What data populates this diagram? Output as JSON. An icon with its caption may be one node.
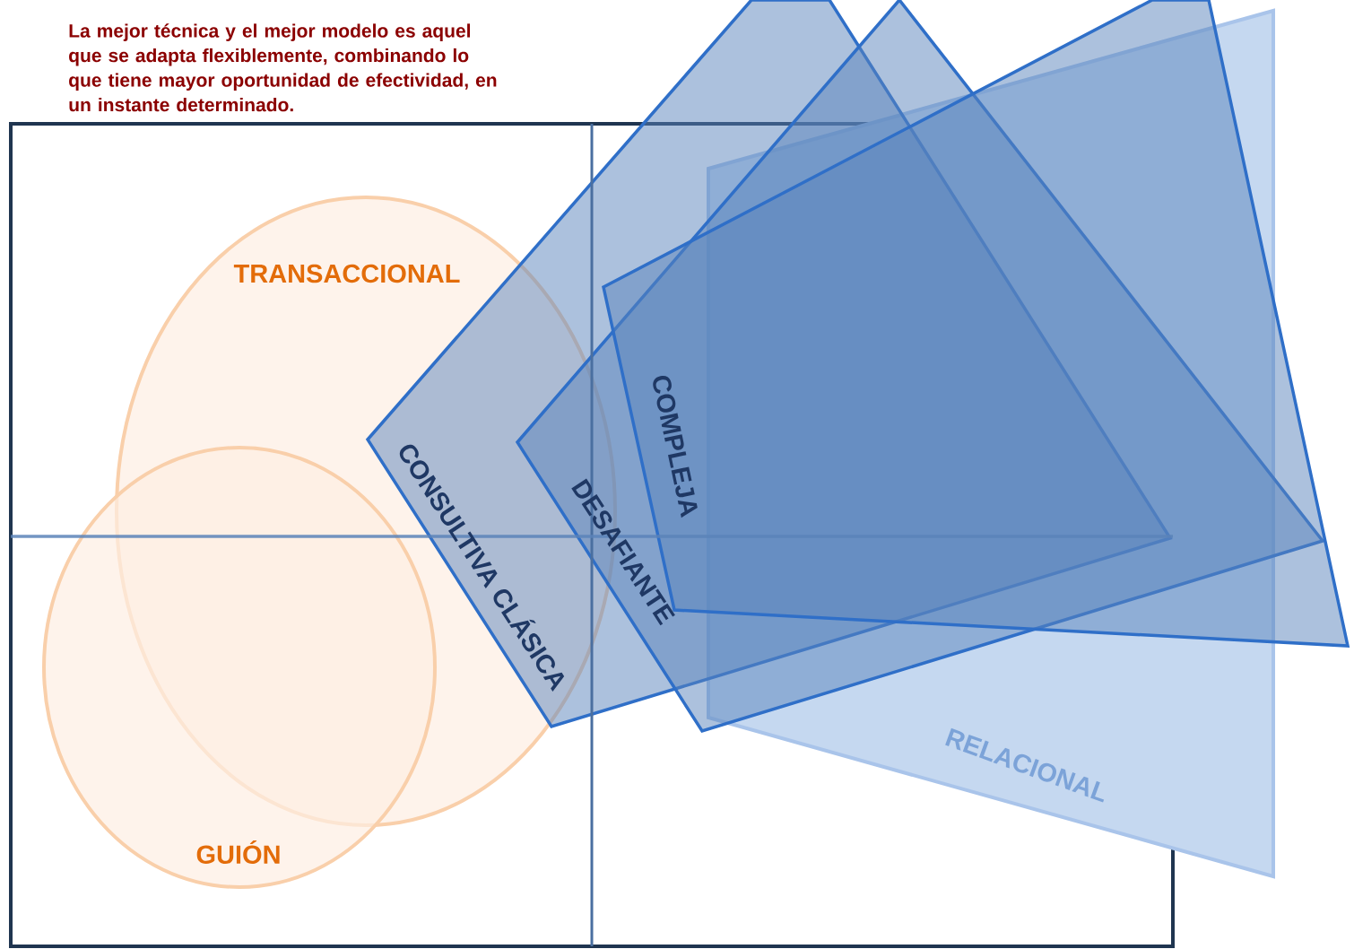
{
  "diagram": {
    "nodes": [
      {
        "text": [
          "TRANSACCIONAL"
        ]
      },
      {
        "text": [
          "GUIÓN"
        ]
      },
      {
        "text": [
          "CONSULTIVA CLÁSICA"
        ]
      },
      {
        "text": [
          "DESAFIANTE"
        ]
      },
      {
        "text": [
          "COMPLEJA"
        ]
      },
      {
        "text": [
          "RELACIONAL"
        ]
      }
    ],
    "labels": [
      "La mejor técnica y el mejor modelo es aquel que se adapta flexiblemente, combinando lo que tiene mayor oportunidad de efectividad, en un instante determinado."
    ]
  }
}
